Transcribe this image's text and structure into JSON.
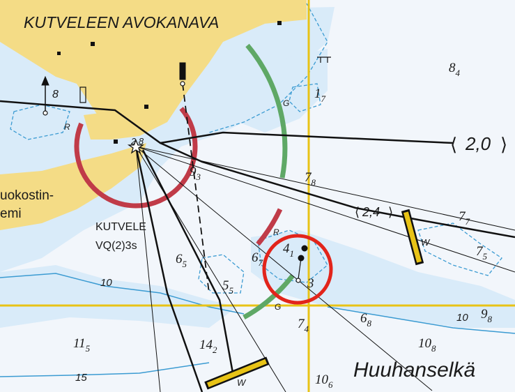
{
  "colors": {
    "deep_water": "#f2f6fb",
    "shallow_water": "#d9ebf9",
    "land": "#f4dc86",
    "contour": "#3b9bd2",
    "sector_red": "#c03b48",
    "sector_green": "#5fa866",
    "grid_line": "#e8c316",
    "route_line": "#111111",
    "highlight_circle": "#e2241b"
  },
  "labels": {
    "channel_name": "KUTVELEEN AVOKANAVA",
    "sea_area": "Huuhanselkä",
    "place_fragment_1": "uokostin-",
    "place_fragment_2": "emi",
    "light_name": "KUTVELE",
    "light_character": "VQ(2)3s",
    "route_depth_1": "2,0",
    "route_depth_2": "2,4",
    "sector_letter_r1": "R",
    "sector_letter_r2": "R",
    "sector_letter_g1": "G",
    "sector_letter_g2": "G",
    "leading_mark_w1": "W",
    "leading_mark_w2": "W",
    "contour_10a": "10",
    "contour_10b": "10",
    "contour_15": "15",
    "beacon_depth": "8",
    "light_depth": "2 8"
  },
  "soundings": [
    {
      "main": "8",
      "sub": "4"
    },
    {
      "main": "1",
      "sub": "7"
    },
    {
      "main": "9",
      "sub": "3"
    },
    {
      "main": "7",
      "sub": "8"
    },
    {
      "main": "7",
      "sub": "7"
    },
    {
      "main": "7",
      "sub": "5"
    },
    {
      "main": "6",
      "sub": "5"
    },
    {
      "main": "6",
      "sub": "7"
    },
    {
      "main": "4",
      "sub": "1"
    },
    {
      "main": "3",
      "sub": ""
    },
    {
      "main": "5",
      "sub": "5"
    },
    {
      "main": "7",
      "sub": "4"
    },
    {
      "main": "6",
      "sub": "8"
    },
    {
      "main": "9",
      "sub": "8"
    },
    {
      "main": "11",
      "sub": "5"
    },
    {
      "main": "14",
      "sub": "2"
    },
    {
      "main": "10",
      "sub": "8"
    },
    {
      "main": "10",
      "sub": "6"
    }
  ],
  "highlight": {
    "shape": "circle",
    "description_visible": false
  }
}
